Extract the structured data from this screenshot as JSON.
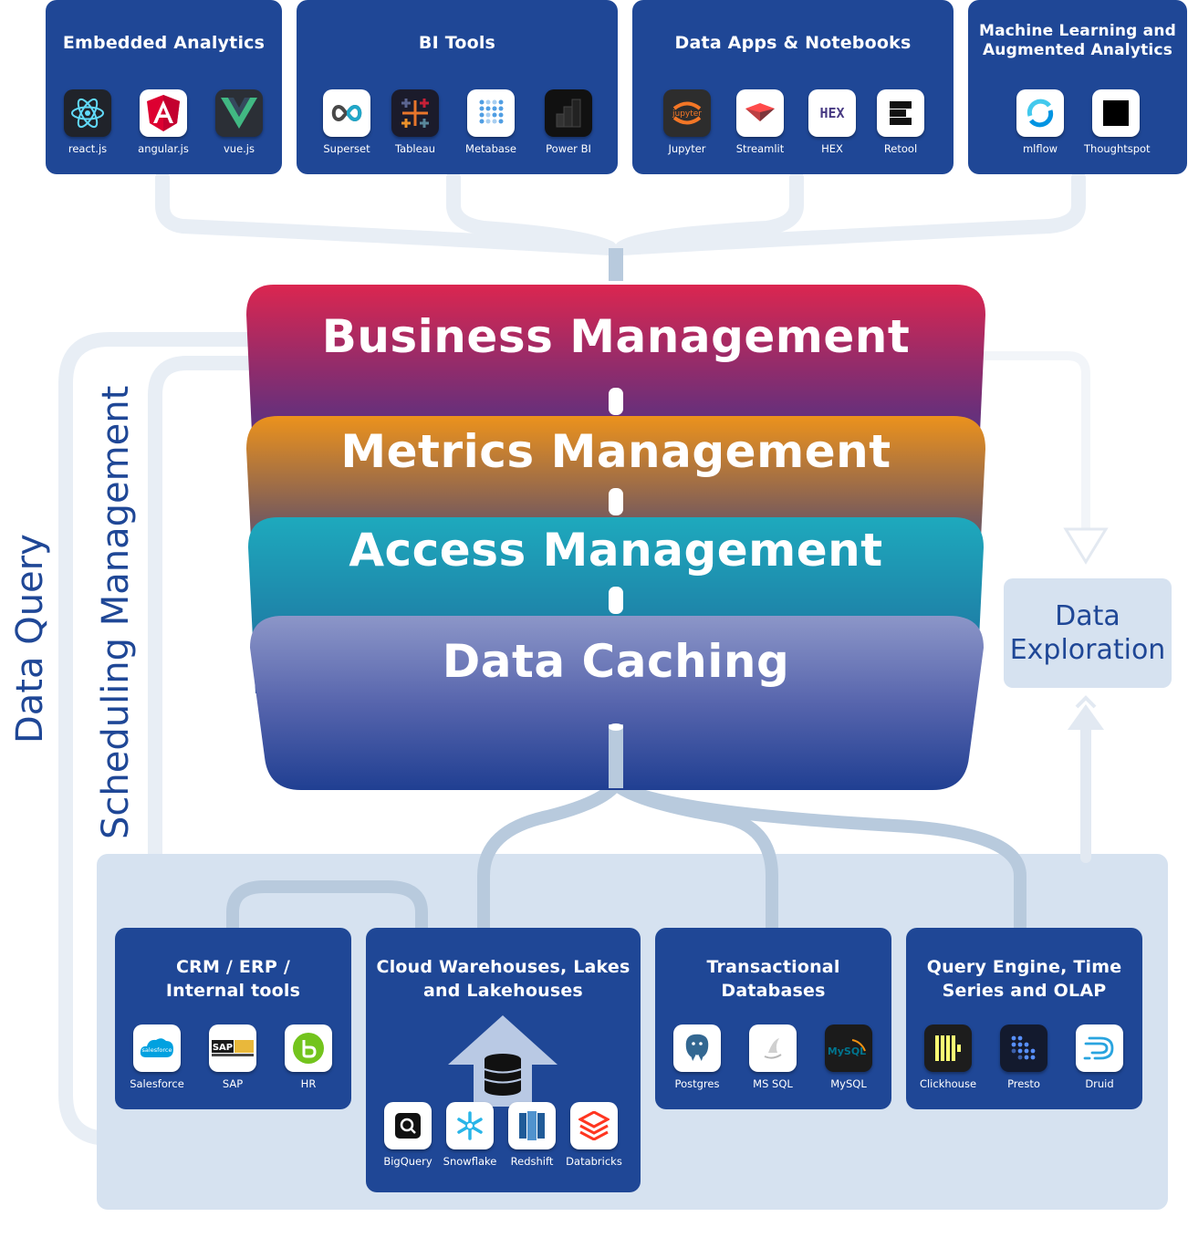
{
  "top_groups": [
    {
      "title": "Embedded Analytics",
      "tools": [
        "react.js",
        "angular.js",
        "vue.js"
      ]
    },
    {
      "title": "BI Tools",
      "tools": [
        "Superset",
        "Tableau",
        "Metabase",
        "Power BI"
      ]
    },
    {
      "title": "Data Apps & Notebooks",
      "tools": [
        "Jupyter",
        "Streamlit",
        "HEX",
        "Retool"
      ]
    },
    {
      "title": "Machine Learning and Augmented Analytics",
      "title_line1": "Machine Learning and",
      "title_line2": "Augmented Analytics",
      "tools": [
        "mlflow",
        "Thoughtspot"
      ]
    }
  ],
  "layers": {
    "business": "Business Management",
    "metrics": "Metrics Management",
    "access": "Access Management",
    "caching": "Data Caching"
  },
  "side_labels": {
    "data_query": "Data Query",
    "scheduling": "Scheduling Management"
  },
  "exploration": {
    "line1": "Data",
    "line2": "Exploration"
  },
  "bottom_groups": [
    {
      "title_line1": "CRM / ERP /",
      "title_line2": "Internal tools",
      "tools": [
        "Salesforce",
        "SAP",
        "HR"
      ]
    },
    {
      "title_line1": "Cloud Warehouses, Lakes",
      "title_line2": "and Lakehouses",
      "tools": [
        "BigQuery",
        "Snowflake",
        "Redshift",
        "Databricks"
      ]
    },
    {
      "title_line1": "Transactional",
      "title_line2": "Databases",
      "tools": [
        "Postgres",
        "MS SQL",
        "MySQL"
      ]
    },
    {
      "title_line1": "Query Engine, Time",
      "title_line2": "Series and OLAP",
      "tools": [
        "Clickhouse",
        "Presto",
        "Druid"
      ]
    }
  ],
  "icon_text": {
    "hex": "HEX",
    "jupyter": "jupyter",
    "sap": "SAP",
    "salesforce": "salesforce",
    "mysql": "MySQL"
  },
  "colors": {
    "card_blue": "#1f4796",
    "panel_light": "#d6e2f0",
    "wire": "#e8eef5",
    "business_top": "#d8264f",
    "metrics_top": "#e9901f",
    "access_top": "#1ea7bd",
    "caching_top": "#8a94c6",
    "layer_bottom": "#24469a"
  }
}
